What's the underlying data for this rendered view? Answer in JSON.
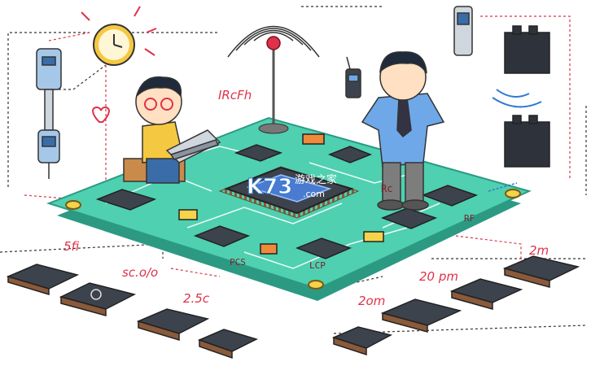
{
  "annotations": {
    "top_label": "IRcFh",
    "left_1": "5fi",
    "left_2": "sc.o/o",
    "left_3": "2.5c",
    "right_top": "2m",
    "right_mid": "20 pm",
    "right_low": "2om",
    "board_rc": "Rc",
    "board_rf": "RF",
    "board_pcs": "PCS",
    "board_lcp": "LCP"
  },
  "watermark": {
    "brand": "K73",
    "subtitle": "游戏之家",
    "domain": ".com"
  },
  "colors": {
    "board": "#4fd0b0",
    "board_edge": "#2c9a83",
    "chip": "#3d434d",
    "accent": "#e0314a",
    "skin": "#ffe0c2"
  }
}
